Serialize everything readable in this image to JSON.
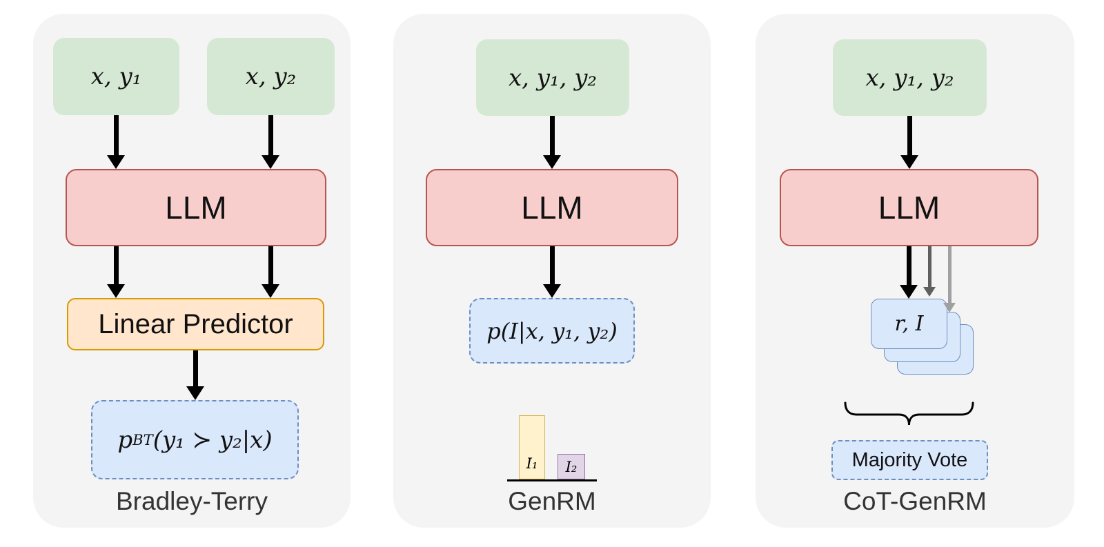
{
  "figure": {
    "panels": [
      {
        "id": "bradley-terry",
        "label": "Bradley-Terry",
        "input_boxes": [
          "x, y₁",
          "x, y₂"
        ],
        "llm_box": "LLM",
        "predictor_box": "Linear Predictor",
        "output_box": {
          "var": "p",
          "subscript": "BT",
          "args": "(y₁ ≻ y₂|x)"
        }
      },
      {
        "id": "genrm",
        "label": "GenRM",
        "input_box": "x, y₁, y₂",
        "llm_box": "LLM",
        "output_box": "p(I|x, y₁, y₂)",
        "probability_bars": {
          "bars": [
            {
              "label": "I₁",
              "relative_height": 0.72
            },
            {
              "label": "I₂",
              "relative_height": 0.29
            }
          ]
        }
      },
      {
        "id": "cot-genrm",
        "label": "CoT-GenRM",
        "input_box": "x, y₁, y₂",
        "llm_box": "LLM",
        "sample_cards": {
          "count": 3,
          "front_label": "r, I"
        },
        "vote_box": "Majority Vote"
      }
    ],
    "colors": {
      "panel_bg": "#f4f4f5",
      "input_green_fill": "#d5e8d4",
      "llm_red_fill": "#f8cecc",
      "llm_red_border": "#b85450",
      "predictor_orange_fill": "#ffe6cc",
      "predictor_orange_border": "#d79b00",
      "output_blue_fill": "#dae8fc",
      "output_blue_border": "#6c8ebf",
      "bar_yellow_fill": "#fff2cc",
      "bar_yellow_border": "#d6b656",
      "bar_purple_fill": "#e1d5e7",
      "bar_purple_border": "#9673a6",
      "arrow_black": "#000000",
      "arrow_gray_dark": "#5f5f5f",
      "arrow_gray_light": "#a0a0a0"
    }
  }
}
